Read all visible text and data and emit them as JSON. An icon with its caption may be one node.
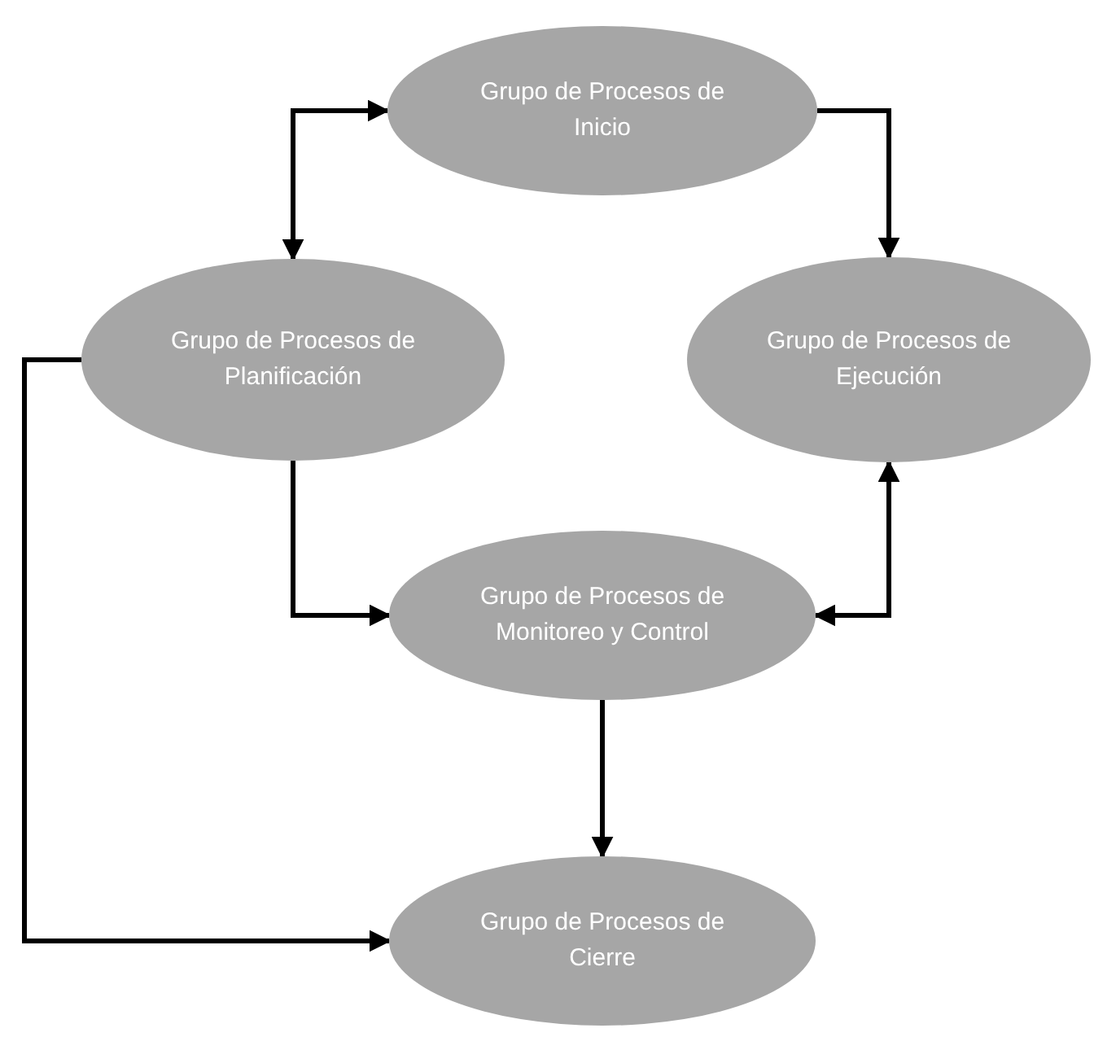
{
  "diagram": {
    "nodes": [
      {
        "text": [
          "Grupo de Procesos de Inicio"
        ]
      },
      {
        "text": [
          "Grupo de Procesos de Planificación"
        ]
      },
      {
        "text": [
          "Grupo de Procesos de Ejecución"
        ]
      },
      {
        "text": [
          "Grupo de Procesos de Monitoreo y Control"
        ]
      },
      {
        "text": [
          "Grupo de Procesos de Cierre"
        ]
      }
    ],
    "edges": [
      {
        "from": 1,
        "to": 0,
        "arrow": "both"
      },
      {
        "from": 0,
        "to": 2,
        "arrow": "to"
      },
      {
        "from": 1,
        "to": 3,
        "arrow": "to"
      },
      {
        "from": 3,
        "to": 2,
        "arrow": "both"
      },
      {
        "from": 3,
        "to": 4,
        "arrow": "to"
      },
      {
        "from": 1,
        "to": 4,
        "arrow": "to"
      }
    ]
  }
}
